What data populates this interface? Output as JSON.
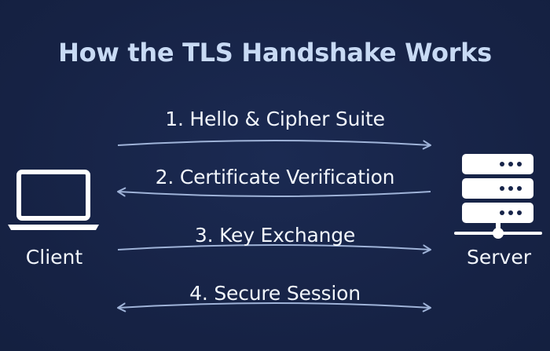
{
  "diagram": {
    "title": "How the TLS Handshake Works",
    "nodes": {
      "client": {
        "label": "Client",
        "icon": "laptop-icon"
      },
      "server": {
        "label": "Server",
        "icon": "server-icon"
      }
    },
    "steps": [
      {
        "label": "1. Hello & Cipher Suite",
        "direction": "client-to-server"
      },
      {
        "label": "2. Certificate Verification",
        "direction": "server-to-client"
      },
      {
        "label": "3. Key Exchange",
        "direction": "client-to-server"
      },
      {
        "label": "4. Secure Session",
        "direction": "bidirectional"
      }
    ]
  },
  "colors": {
    "background": "#172449",
    "title": "#c8daf4",
    "text": "#f2f6fc",
    "arrow": "#9fb3d8",
    "icon": "#ffffff"
  }
}
